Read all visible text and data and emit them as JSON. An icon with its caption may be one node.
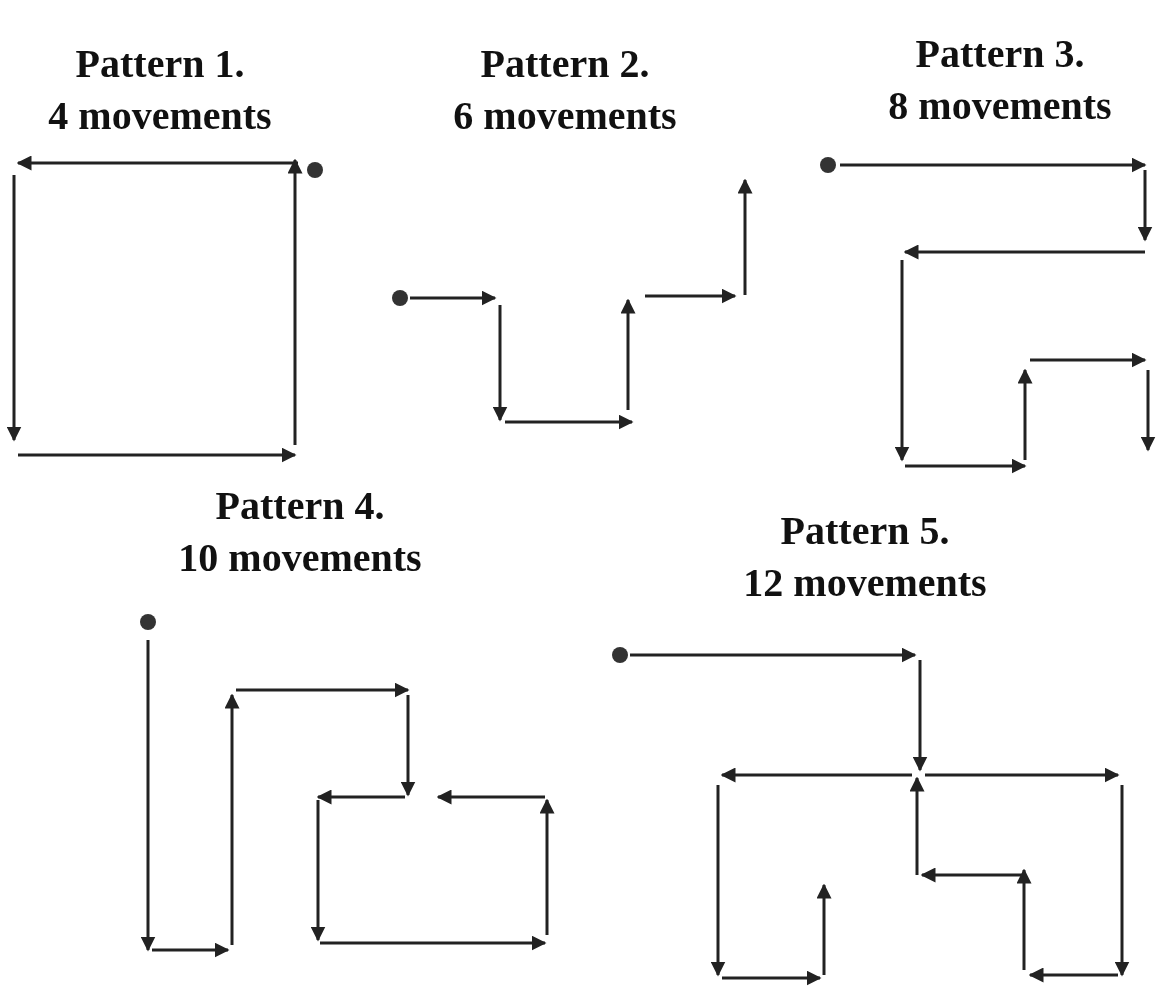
{
  "diagram": {
    "labels": [
      "Pattern 1.",
      "4 movements",
      "Pattern 2.",
      "6 movements",
      "Pattern 3.",
      "8 movements",
      "Pattern 4.",
      "10 movements",
      "Pattern 5.",
      "12 movements"
    ]
  }
}
